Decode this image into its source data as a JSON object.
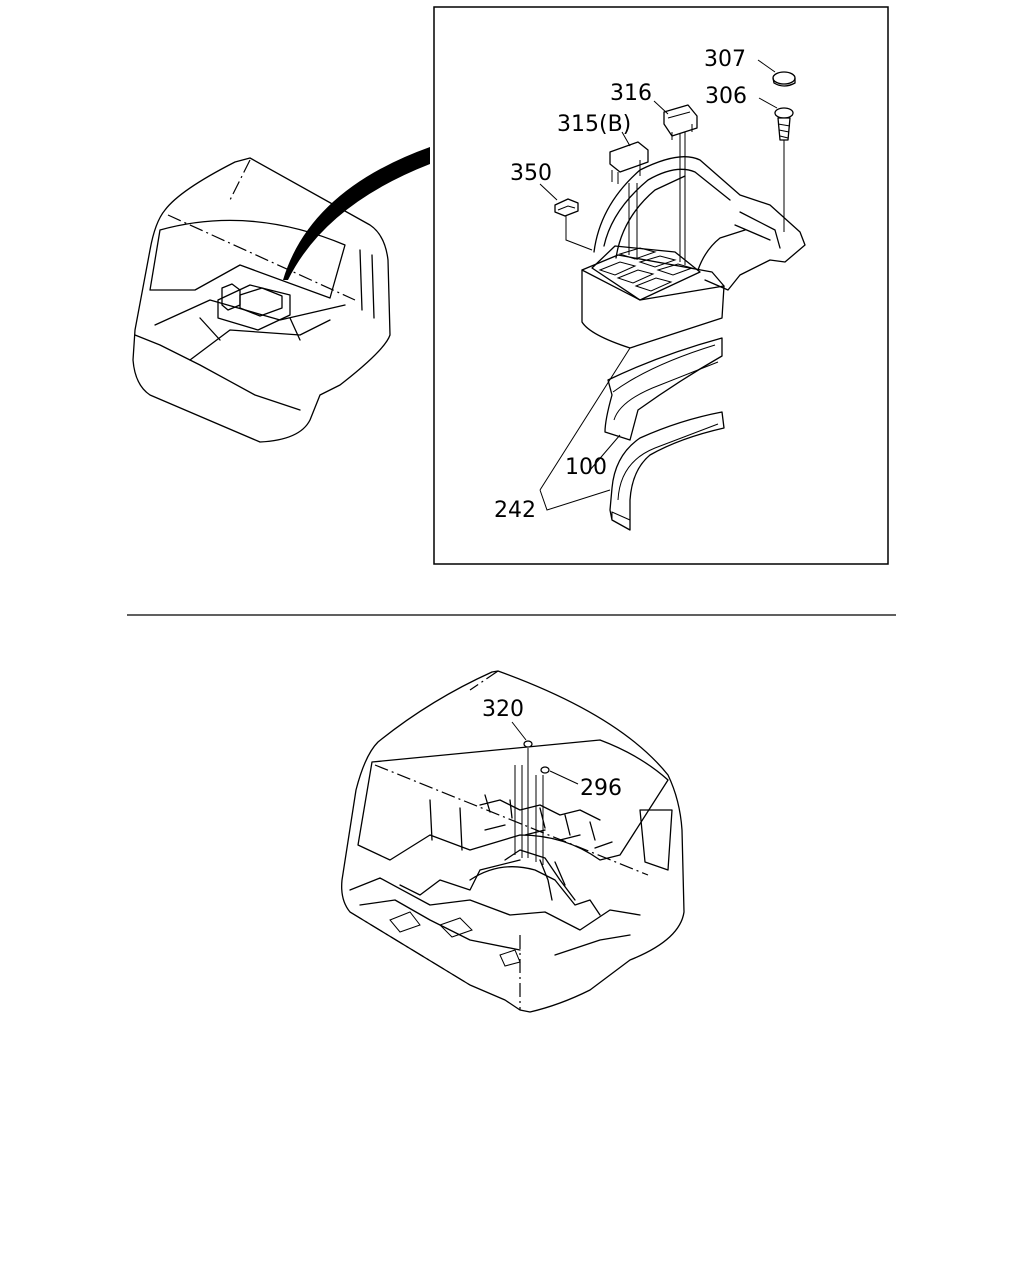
{
  "callouts": {
    "c307": "307",
    "c306": "306",
    "c316": "316",
    "c315b": "315(B)",
    "c350": "350",
    "c100": "100",
    "c242": "242",
    "c320": "320",
    "c296": "296"
  }
}
